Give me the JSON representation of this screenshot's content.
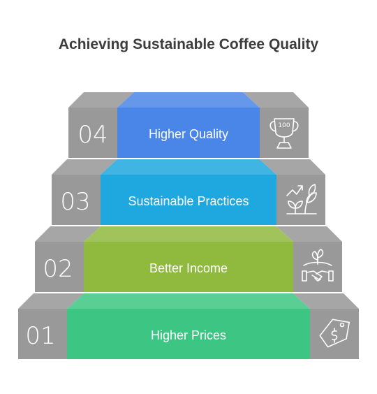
{
  "title": "Achieving Sustainable Coffee Quality",
  "steps": [
    {
      "number": "01",
      "label": "Higher Prices",
      "icon": "price-tag-icon",
      "color": "#3cc583"
    },
    {
      "number": "02",
      "label": "Better Income",
      "icon": "handshake-plant-icon",
      "color": "#8fba3e"
    },
    {
      "number": "03",
      "label": "Sustainable Practices",
      "icon": "growing-plant-icon",
      "color": "#1fa8df"
    },
    {
      "number": "04",
      "label": "Higher Quality",
      "icon": "trophy-icon",
      "color": "#4a86e8"
    }
  ],
  "trophy_text": "100",
  "colors": {
    "side": "#999999",
    "side_top": "#a6a6a6",
    "front_top_dark": "#7f7f7f"
  }
}
